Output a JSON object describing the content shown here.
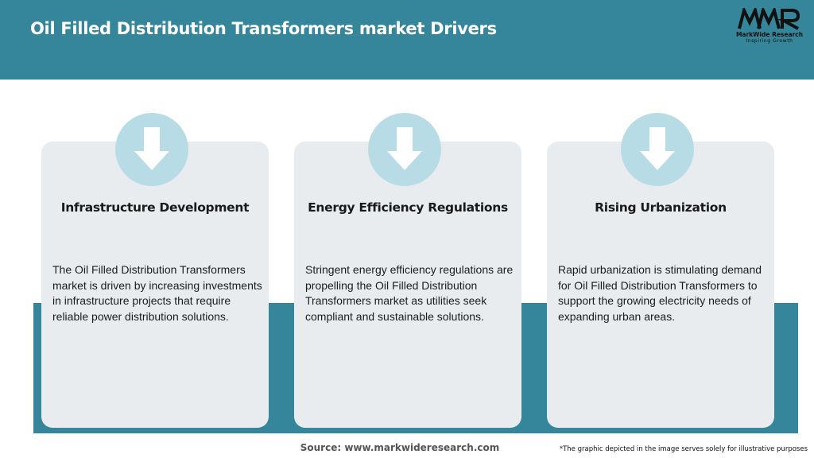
{
  "header": {
    "title": "Oil Filled Distribution Transformers market Drivers",
    "logo": {
      "mark": "MWR",
      "name": "MarkWide Research",
      "tagline": "Inspiring Growth"
    }
  },
  "cards": [
    {
      "icon": "arrow-down-icon",
      "title": "Infrastructure Development",
      "text": "The Oil Filled Distribution Transformers market is driven by increasing investments in infrastructure projects that require reliable power distribution solutions."
    },
    {
      "icon": "arrow-down-icon",
      "title": "Energy Efficiency Regulations",
      "text": "Stringent energy efficiency regulations are propelling the Oil Filled Distribution Transformers market as utilities seek compliant and sustainable solutions."
    },
    {
      "icon": "arrow-down-icon",
      "title": "Rising Urbanization",
      "text": "Rapid urbanization is stimulating demand for Oil Filled Distribution Transformers to support the growing electricity needs of expanding urban areas."
    }
  ],
  "footer": {
    "source": "Source: www.markwideresearch.com",
    "disclaimer": "*The graphic depicted in the image serves solely for illustrative purposes"
  },
  "colors": {
    "header": "#35869a",
    "card": "#e9ecef",
    "icon_circle": "#b8dce6"
  }
}
